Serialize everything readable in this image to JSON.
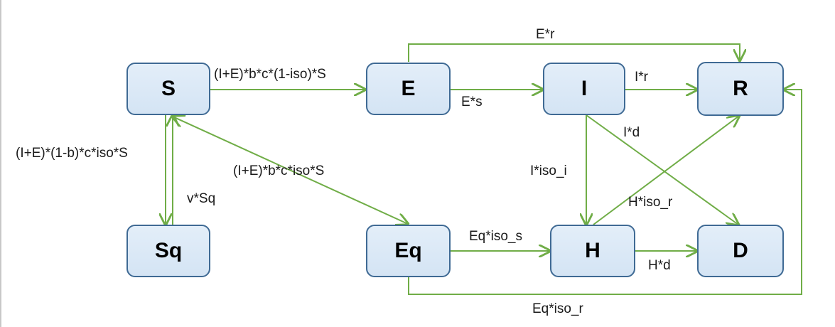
{
  "nodes": {
    "S": "S",
    "E": "E",
    "I": "I",
    "R": "R",
    "Sq": "Sq",
    "Eq": "Eq",
    "H": "H",
    "D": "D"
  },
  "labels": {
    "s_to_e": "(I+E)*b*c*(1-iso)*S",
    "e_to_r": "E*r",
    "e_to_i": "E*s",
    "i_to_r": "I*r",
    "s_to_sq": "(I+E)*(1-b)*c*iso*S",
    "sq_to_s": "v*Sq",
    "s_to_eq": "(I+E)*b*c*iso*S",
    "i_to_d": "I*d",
    "i_to_h": "I*iso_i",
    "h_to_r": "H*iso_r",
    "eq_to_h": "Eq*iso_s",
    "h_to_d": "H*d",
    "eq_to_r": "Eq*iso_r"
  },
  "colors": {
    "arrow": "#70ad47",
    "node_border": "#3f6a94",
    "node_fill": "#dce9f6"
  }
}
